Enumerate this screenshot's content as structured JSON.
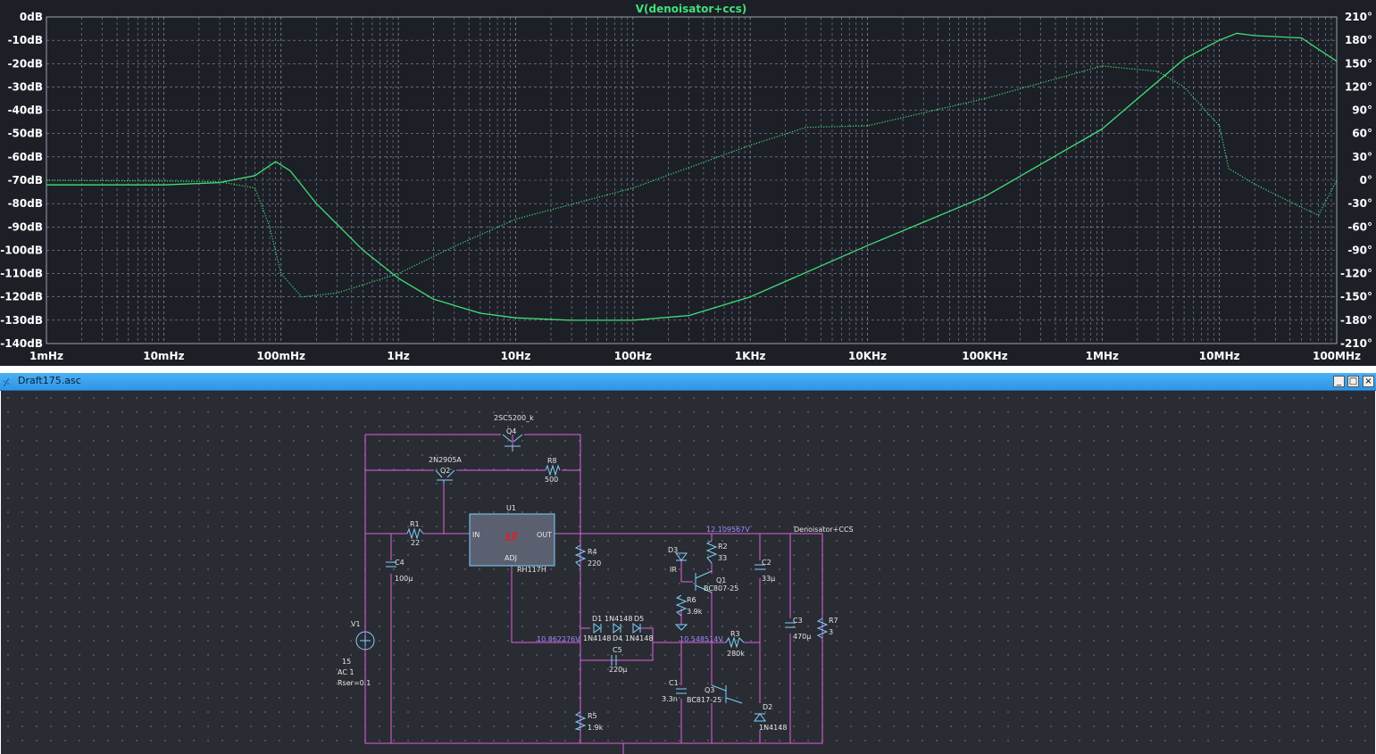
{
  "plot": {
    "title": "V(denoisator+ccs)",
    "colors": {
      "background": "#1d1f27",
      "grid": "#8a8fa0",
      "trace": "#3fe07a",
      "axis_text": "#ffffff"
    },
    "y_left_ticks": [
      "0dB",
      "-10dB",
      "-20dB",
      "-30dB",
      "-40dB",
      "-50dB",
      "-60dB",
      "-70dB",
      "-80dB",
      "-90dB",
      "-100dB",
      "-110dB",
      "-120dB",
      "-130dB",
      "-140dB"
    ],
    "y_right_ticks": [
      "210°",
      "180°",
      "150°",
      "120°",
      "90°",
      "60°",
      "30°",
      "0°",
      "-30°",
      "-60°",
      "-90°",
      "-120°",
      "-150°",
      "-180°",
      "-210°"
    ],
    "x_ticks": [
      "1mHz",
      "10mHz",
      "100mHz",
      "1Hz",
      "10Hz",
      "100Hz",
      "1KHz",
      "10KHz",
      "100KHz",
      "1MHz",
      "10MHz",
      "100MHz"
    ]
  },
  "chart_data": {
    "type": "line",
    "title": "V(denoisator+ccs)",
    "x_scale": "log",
    "xlim": [
      0.001,
      100000000
    ],
    "ylim": [
      -140,
      0
    ],
    "y2lim": [
      -210,
      210
    ],
    "grid": true,
    "series": [
      {
        "style": "solid",
        "axis": "left",
        "x": [
          0.001,
          0.01,
          0.03,
          0.06,
          0.09,
          0.12,
          0.2,
          0.5,
          1,
          2,
          5,
          10,
          30,
          100,
          300,
          1000,
          10000,
          100000,
          1000000,
          5000000,
          10000000,
          14000000,
          20000000,
          50000000,
          100000000
        ],
        "y": [
          -72,
          -72,
          -71,
          -68,
          -62,
          -66,
          -80,
          -100,
          -112,
          -121,
          -127,
          -129,
          -130,
          -130,
          -128,
          -120,
          -98,
          -77,
          -48,
          -18,
          -10,
          -7,
          -8,
          -9,
          -19
        ]
      },
      {
        "style": "dotted",
        "axis": "right",
        "x": [
          0.001,
          0.01,
          0.03,
          0.06,
          0.08,
          0.1,
          0.15,
          0.3,
          1,
          3,
          10,
          100,
          1000,
          3000,
          10000,
          100000,
          1000000,
          3000000,
          5000000,
          10000000,
          12000000,
          20000000,
          50000000,
          70000000,
          100000000
        ],
        "y": [
          0,
          -1,
          -2,
          -10,
          -60,
          -120,
          -150,
          -145,
          -120,
          -85,
          -50,
          -10,
          45,
          68,
          70,
          105,
          147,
          140,
          120,
          70,
          15,
          -5,
          -35,
          -45,
          0
        ]
      }
    ]
  },
  "schematic": {
    "window_title": "Draft175.asc",
    "window_buttons": [
      "_",
      "□",
      "×"
    ],
    "components": [
      {
        "ref": "Q4",
        "value": "2SC5200_k"
      },
      {
        "ref": "Q2",
        "value": "2N2905A"
      },
      {
        "ref": "R8",
        "value": "500"
      },
      {
        "ref": "U1",
        "value": "RH117H"
      },
      {
        "ref": "R1",
        "value": "22"
      },
      {
        "ref": "C4",
        "value": "100µ"
      },
      {
        "ref": "V1",
        "value": "15"
      },
      {
        "ref": "R4",
        "value": "220"
      },
      {
        "ref": "D3",
        "value": "IR"
      },
      {
        "ref": "R2",
        "value": "33"
      },
      {
        "ref": "C2",
        "value": "33µ"
      },
      {
        "ref": "Q1",
        "value": "BC807-25"
      },
      {
        "ref": "R6",
        "value": "3.9k"
      },
      {
        "ref": "D1",
        "value": "1N4148"
      },
      {
        "ref": "D4",
        "value": "1N4148"
      },
      {
        "ref": "D5",
        "value": "1N4148"
      },
      {
        "ref": "C5",
        "value": "220µ"
      },
      {
        "ref": "R3",
        "value": "280k"
      },
      {
        "ref": "C3",
        "value": "470µ"
      },
      {
        "ref": "R7",
        "value": "3"
      },
      {
        "ref": "C1",
        "value": "3.3n"
      },
      {
        "ref": "Q3",
        "value": "BC817-25"
      },
      {
        "ref": "D2",
        "value": "1N4148"
      },
      {
        "ref": "R5",
        "value": "1.9k"
      }
    ],
    "u1_pins": {
      "in": "IN",
      "out": "OUT",
      "adj": "ADJ"
    },
    "v1_extra": [
      "AC 1",
      "Rser=0.1"
    ],
    "mid_label": "1N4148",
    "net_label": "Denoisator+CCS",
    "node_voltages": [
      "12.109567V",
      "10.862276V",
      "10.548514V"
    ],
    "colors": {
      "wire": "#e060e0",
      "component": "#7fd0ff",
      "text": "#e6e6e6",
      "voltage": "#9a8cff",
      "ic_fill": "#5a6070"
    }
  }
}
